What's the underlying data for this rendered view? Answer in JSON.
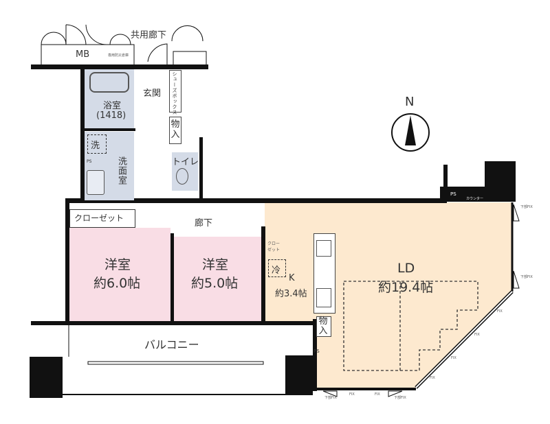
{
  "labels": {
    "common_corridor": "共用廊下",
    "mb": "MB",
    "fire_equipment": "専用防災倉庫",
    "bathroom": "浴室",
    "bath_size": "(1418)",
    "entrance": "玄関",
    "shoe_box": "シューズボックス",
    "storage_1": "物入",
    "washer": "洗",
    "washroom": "洗面室",
    "ps": "PS",
    "toilet": "トイレ",
    "counter": "カウンター",
    "closet": "クローゼット",
    "hallway": "廊下",
    "western_room_1": "洋室",
    "western_room_1_size": "約6.0帖",
    "western_room_2": "洋室",
    "western_room_2_size": "約5.0帖",
    "closet_small": "クローゼット",
    "fridge": "冷",
    "kitchen": "K",
    "kitchen_size": "約3.4帖",
    "ld": "LD",
    "ld_size": "約19.4帖",
    "storage_2": "物入",
    "balcony": "バルコニー",
    "north": "N",
    "fix": "FIX",
    "lower_fix": "下部FIX"
  },
  "colors": {
    "western_room": "#f9dde5",
    "wet_area": "#d4dbe7",
    "living": "#fde9cf"
  }
}
